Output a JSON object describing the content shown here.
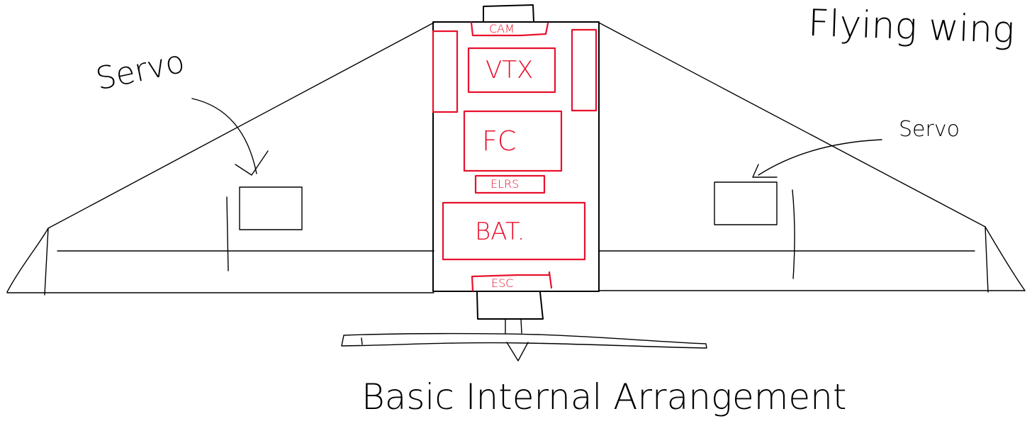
{
  "title": "Flying wing",
  "caption": "Basic Internal Arrangement",
  "colors": {
    "ink": "#000000",
    "components": "#e8112d",
    "background": "#ffffff"
  },
  "annotations": [
    {
      "id": "left-servo",
      "label": "Servo",
      "side": "left"
    },
    {
      "id": "right-servo",
      "label": "Servo",
      "side": "right"
    }
  ],
  "fuselage": {
    "components": [
      {
        "id": "cam",
        "label": "CAM"
      },
      {
        "id": "vtx",
        "label": "VTX"
      },
      {
        "id": "fc",
        "label": "FC"
      },
      {
        "id": "elrs",
        "label": "ELRS"
      },
      {
        "id": "bat",
        "label": "BAT."
      },
      {
        "id": "esc",
        "label": "ESC"
      }
    ],
    "side_modules": [
      "left-side-module",
      "right-side-module"
    ]
  },
  "propulsion": {
    "motor": "motor",
    "propeller": "propeller"
  }
}
